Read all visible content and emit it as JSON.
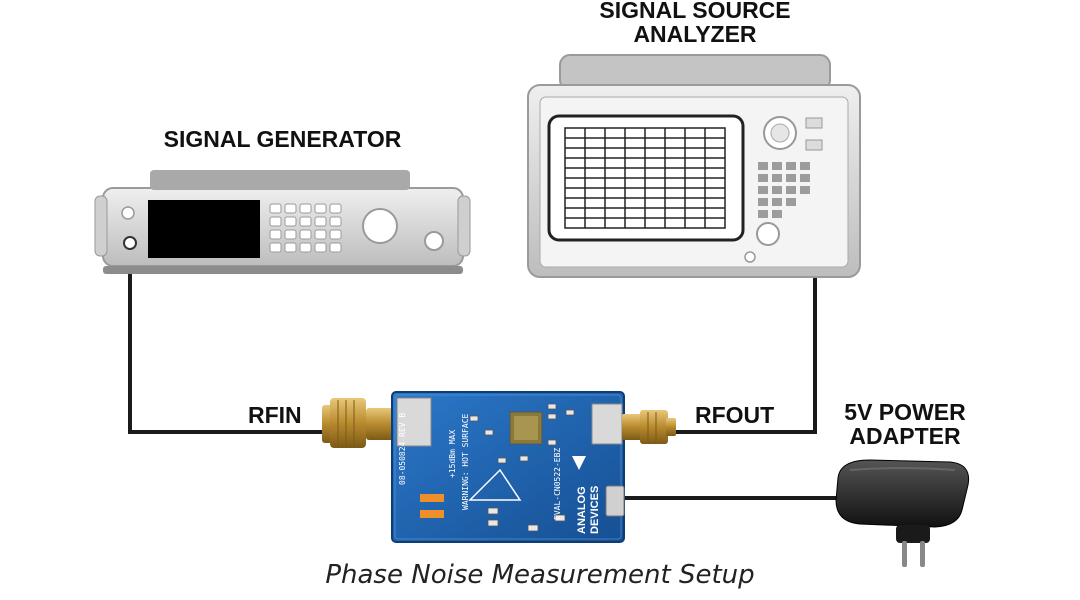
{
  "labels": {
    "signal_generator": "SIGNAL GENERATOR",
    "analyzer_line1": "SIGNAL SOURCE",
    "analyzer_line2": "ANALYZER",
    "rfin": "RFIN",
    "rfout": "RFOUT",
    "power_line1": "5V POWER",
    "power_line2": "ADAPTER"
  },
  "caption": "Phase Noise Measurement Setup",
  "board": {
    "brand_line1": "ANALOG",
    "brand_line2": "DEVICES",
    "warning_line1": "WARNING: HOT SURFACE",
    "eval_name": "EVAL-CN0522-EBZ",
    "power_note": "+15dBm MAX",
    "pcb_id": "08-050824 REV B"
  },
  "colors": {
    "cable": "#1a1a1a",
    "instrument_body": "#d6d6d6",
    "pcb": "#1d63b0",
    "connector_gold": "#c9a24a"
  }
}
